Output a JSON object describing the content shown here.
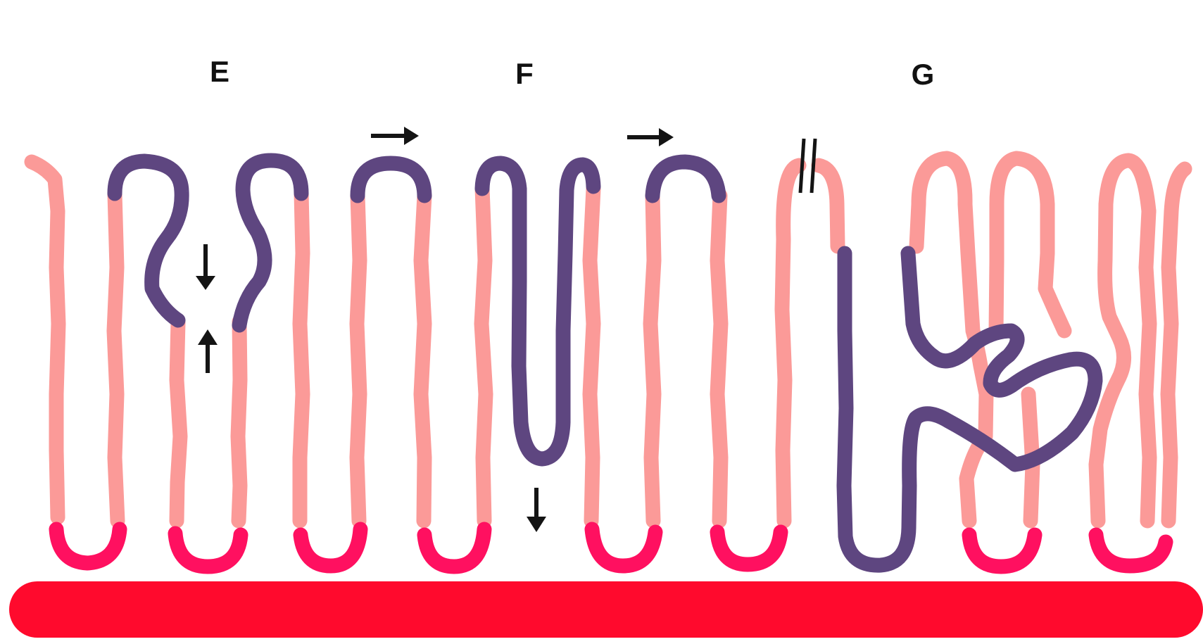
{
  "panels": [
    {
      "label": "E"
    },
    {
      "label": "F"
    },
    {
      "label": "G"
    }
  ],
  "colors": {
    "epithelium": "#fb9a98",
    "crypt_base": "#ff1060",
    "lesion": "#5e4680",
    "muscularis": "#ff0a2d",
    "arrow": "#141414",
    "background": "#ffffff"
  }
}
